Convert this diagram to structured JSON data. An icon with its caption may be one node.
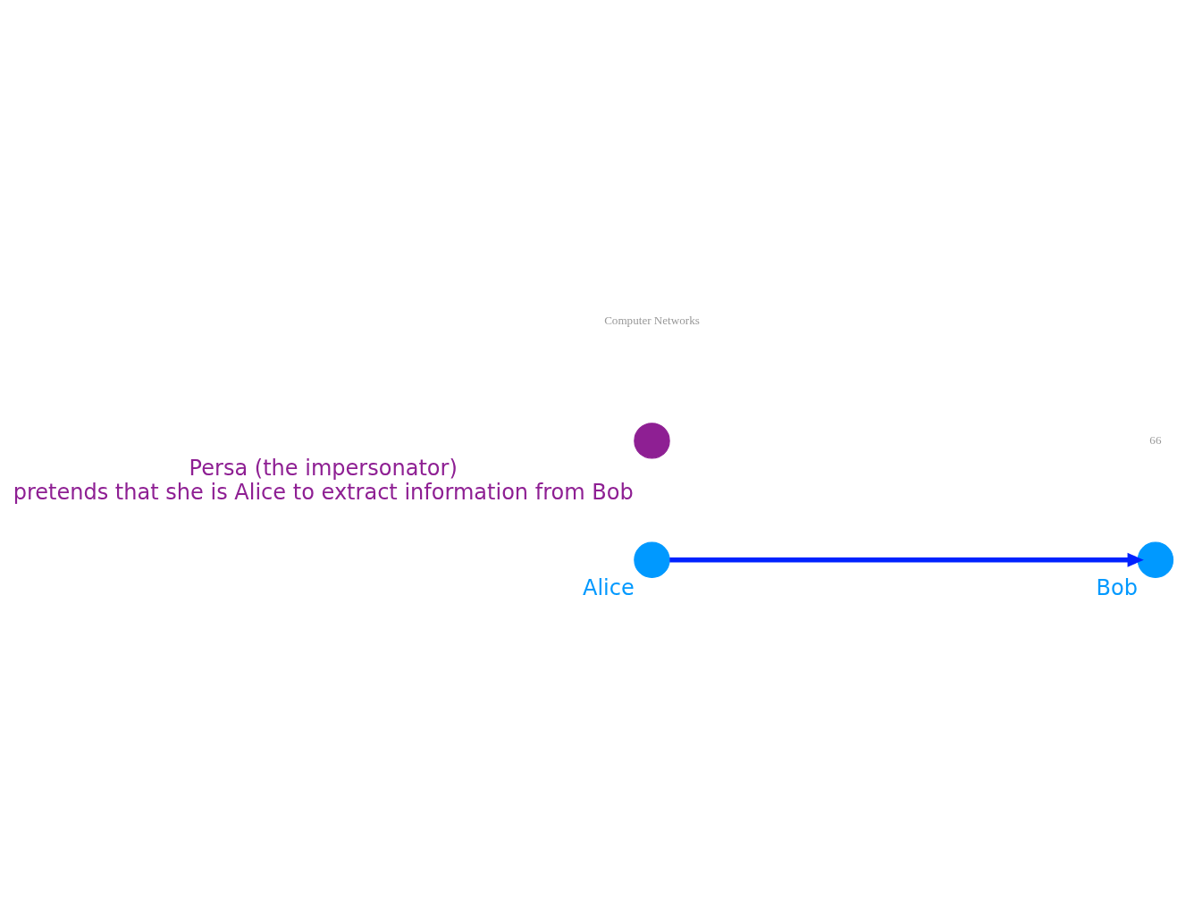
{
  "diagram": {
    "nodes": [
      {
        "text": [
          "Alice"
        ]
      },
      {
        "text": [
          "Bob"
        ]
      },
      {
        "text": [
          "Persa (the impersonator)",
          "pretends that she is Alice to extract information from Bob"
        ]
      }
    ],
    "edges": [
      {
        "from": 0,
        "to": 1,
        "arrow": "to",
        "color": "#0022ff"
      }
    ],
    "labels": [
      "Computer Networks",
      "66"
    ]
  }
}
